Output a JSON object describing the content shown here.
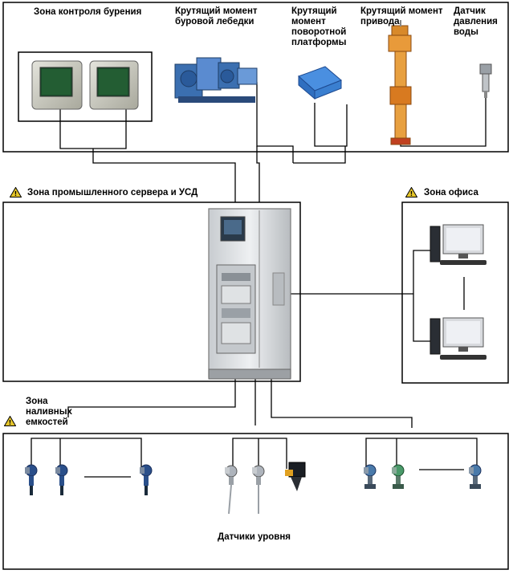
{
  "zones": {
    "top": {
      "drilling_control": "Зона контроля бурения",
      "winch_torque": "Крутящий момент\nбуровой лебедки",
      "rotary_torque": "Крутящий\nмомент\nповоротной\nплатформы",
      "drive_torque": "Крутящий момент\nпривода",
      "water_pressure": "Датчик\nдавления\nводы"
    },
    "server": {
      "title": "Зона промышленного сервера и УСД"
    },
    "office": {
      "title": "Зона офиса"
    },
    "tanks": {
      "title": "Зона\nналивных\nемкостей",
      "caption": "Датчики уровня"
    }
  },
  "colors": {
    "line": "#000000",
    "hazard_fill": "#e6c62a",
    "monitor_screen": "#1a4a2a",
    "winch_blue": "#3b6fb0",
    "platform_blue": "#4a8fe0",
    "drive_orange": "#d8892a",
    "cabinet_grey": "#d9dcdf",
    "sensor_blue": "#2a4f8a",
    "sensor_green": "#4a9a6a"
  }
}
